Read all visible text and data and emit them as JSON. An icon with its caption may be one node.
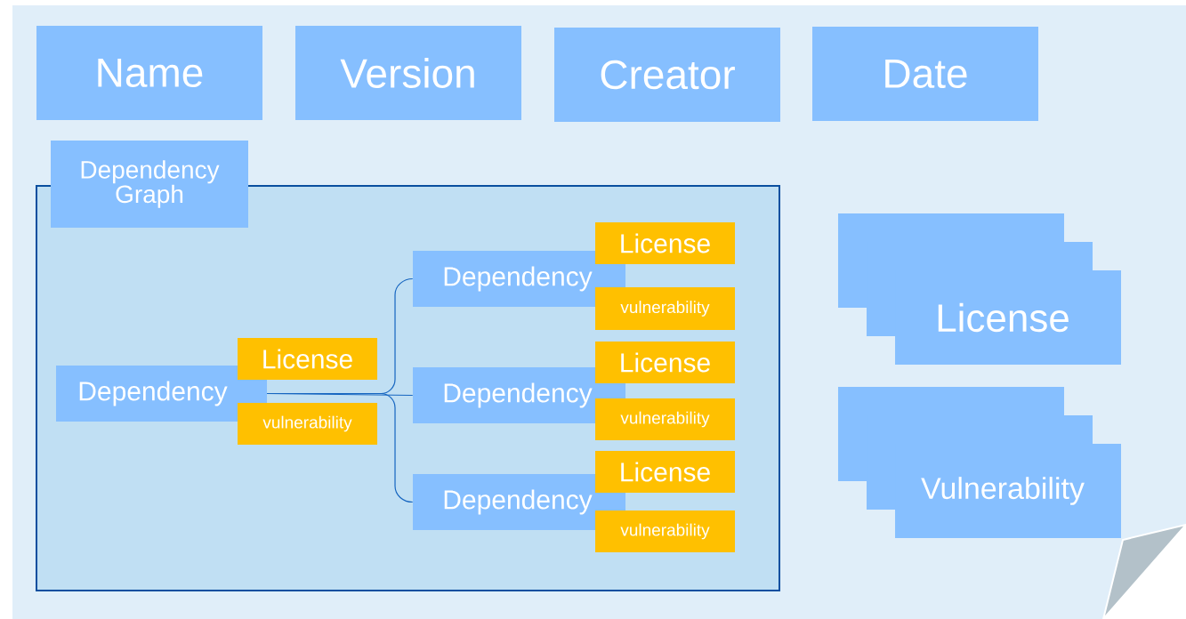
{
  "diagram": {
    "nodes": [
      {
        "text": [
          "Name"
        ]
      },
      {
        "text": [
          "Version"
        ]
      },
      {
        "text": [
          "Creator"
        ]
      },
      {
        "text": [
          "Date"
        ]
      },
      {
        "text": [],
        "shape": "box"
      },
      {
        "text": [
          "Dependency Graph"
        ]
      },
      {
        "text": [
          "Dependency"
        ],
        "in": 4
      },
      {
        "text": [
          "License"
        ],
        "in": 4
      },
      {
        "text": [
          "vulnerability"
        ],
        "in": 4
      },
      {
        "text": [
          "Dependency"
        ],
        "in": 4
      },
      {
        "text": [
          "License"
        ],
        "in": 4
      },
      {
        "text": [
          "vulnerability"
        ],
        "in": 4
      },
      {
        "text": [
          "Dependency"
        ],
        "in": 4
      },
      {
        "text": [
          "License"
        ],
        "in": 4
      },
      {
        "text": [
          "vulnerability"
        ],
        "in": 4
      },
      {
        "text": [
          "Dependency"
        ],
        "in": 4
      },
      {
        "text": [
          "License"
        ],
        "in": 4
      },
      {
        "text": [
          "vulnerability"
        ],
        "in": 4
      },
      {
        "text": [
          "License"
        ]
      },
      {
        "text": [
          "Vulnerability"
        ]
      }
    ],
    "edges": [
      {
        "from": 6,
        "to": 9,
        "arrow": "none"
      },
      {
        "from": 6,
        "to": 12,
        "arrow": "none"
      },
      {
        "from": 6,
        "to": 15,
        "arrow": "none"
      }
    ]
  }
}
